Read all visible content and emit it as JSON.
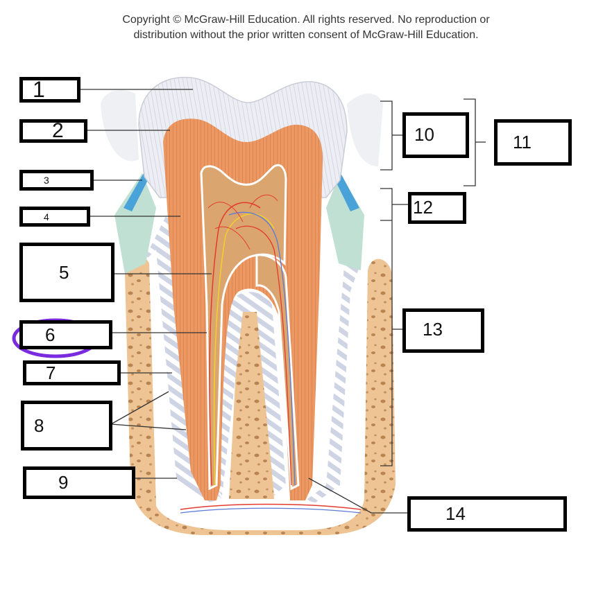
{
  "copyright": {
    "line1": "Copyright © McGraw-Hill Education.  All rights reserved. No reproduction or",
    "line2": "distribution without the prior written consent of  McGraw-Hill Education."
  },
  "labels": {
    "l1": "1",
    "l2": "2",
    "l3": "3",
    "l4": "4",
    "l5": "5",
    "l6": "6",
    "l7": "7",
    "l8": "8",
    "l9": "9",
    "l10": "10",
    "l11": "11",
    "l12": "12",
    "l13": "13",
    "l14": "14"
  },
  "colors": {
    "enamel": "#e4e6ec",
    "dentin": "#e8935e",
    "pulp": "#d9a06e",
    "bone": "#f0c69a",
    "gum": "#4aa3d8",
    "highlight": "#7a2be0"
  }
}
